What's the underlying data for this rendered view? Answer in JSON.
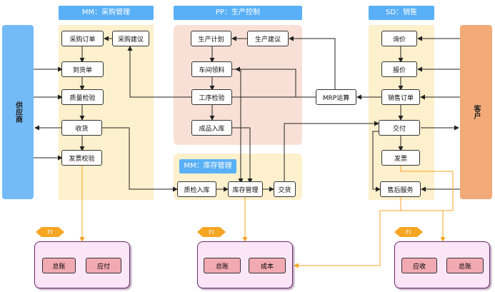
{
  "headers": {
    "mm_purchase": "MM：采购管理",
    "pp_production": "PP：生产控制",
    "sd_sales": "SD：销售",
    "mm_inventory": "MM：库存管理"
  },
  "sides": {
    "supplier": "供应商",
    "customer": "客户"
  },
  "nodes": {
    "purchase_order": "采购订单",
    "purchase_suggestion": "采购建议",
    "arrival_bill": "到货单",
    "quality_inspection": "质量检验",
    "receiving": "收货",
    "invoice_verification": "发票校验",
    "production_plan": "生产计划",
    "production_suggestion": "生产建议",
    "workshop_material": "车间领料",
    "process_inspection": "工序检验",
    "finished_goods_in": "成品入库",
    "mrp": "MRP运算",
    "qc_warehousing": "质检入库",
    "inventory_management": "库存管理",
    "delivery": "交货",
    "inquiry": "询价",
    "quotation": "报价",
    "sales_order": "销售订单",
    "dispatch": "交付",
    "invoice": "发票",
    "after_sales": "售后服务"
  },
  "fi": {
    "tag": "FI",
    "left": [
      "总账",
      "应付"
    ],
    "middle": [
      "总账",
      "成本"
    ],
    "right": [
      "应收",
      "总账"
    ]
  },
  "colors": {
    "header_blue": "#5ab0f7",
    "supplier_blue": "#74baf7",
    "customer_orange": "#f2aa78",
    "panel_yellow": "#fdf0cc",
    "panel_pink": "#f9e0d6",
    "fi_orange": "#f5a623",
    "fi_item_pink": "#f2aab2"
  }
}
